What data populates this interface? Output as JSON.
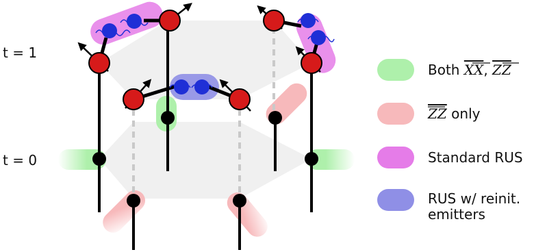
{
  "time_labels": {
    "t1": "t = 1",
    "t0": "t = 0"
  },
  "legend": [
    {
      "id": "both",
      "color": "#aef0ab",
      "text_parts": [
        "Both ",
        "XX",
        ", ",
        "ZZ"
      ],
      "overlined": [
        false,
        true,
        false,
        true
      ]
    },
    {
      "id": "zz",
      "color": "#f7b9bb",
      "text_parts": [
        "ZZ",
        " only"
      ],
      "overlined": [
        true,
        false
      ]
    },
    {
      "id": "standard",
      "color": "#e57ce8",
      "text_parts": [
        "Standard RUS"
      ],
      "overlined": [
        false
      ]
    },
    {
      "id": "reinit",
      "color": "#8f8fe6",
      "text_parts": [
        "RUS w/ reinit.",
        "emitters"
      ],
      "overlined": [
        false,
        false
      ]
    }
  ],
  "colors": {
    "qubit_red": "#d61a1a",
    "photon_blue": "#1f2fd6",
    "green_region": "#aef0ab",
    "red_region": "#f7b9bb",
    "standard_rus": "#e57ce8",
    "reinit_rus": "#8f8fe6",
    "plane_grey": "#e6e6e6"
  }
}
